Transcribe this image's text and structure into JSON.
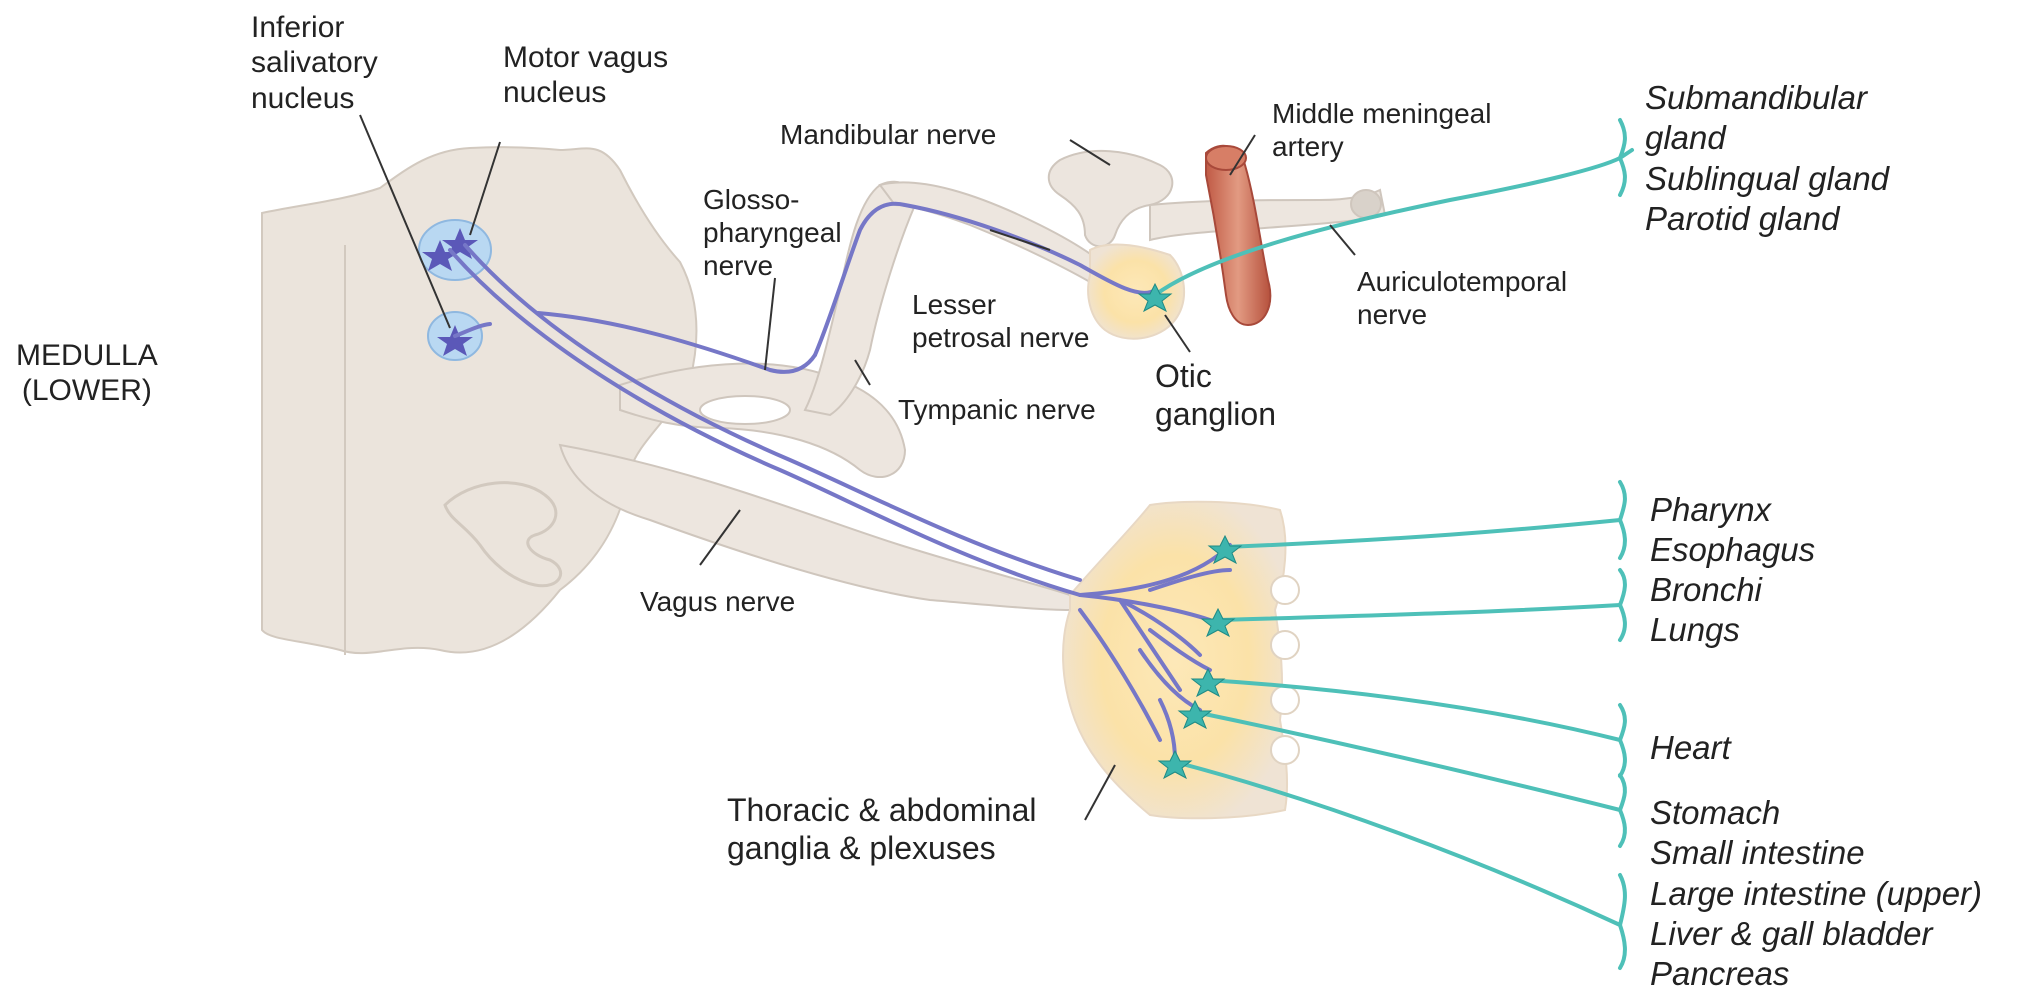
{
  "labels": {
    "medulla": [
      "MEDULLA",
      "(LOWER)"
    ],
    "inferior_salivatory": [
      "Inferior",
      "salivatory",
      "nucleus"
    ],
    "motor_vagus": [
      "Motor vagus",
      "nucleus"
    ],
    "glossopharyngeal": [
      "Glosso-",
      "pharyngeal",
      "nerve"
    ],
    "mandibular": "Mandibular nerve",
    "middle_meningeal": [
      "Middle meningeal",
      "artery"
    ],
    "lesser_petrosal": [
      "Lesser",
      "petrosal nerve"
    ],
    "tympanic": "Tympanic nerve",
    "otic_ganglion": [
      "Otic",
      "ganglion"
    ],
    "auriculotemporal": [
      "Auriculotemporal",
      "nerve"
    ],
    "vagus": "Vagus nerve",
    "thoracic": [
      "Thoracic & abdominal",
      "ganglia & plexuses"
    ]
  },
  "targets": {
    "salivary": [
      "Submandibular",
      "gland",
      "Sublingual gland",
      "Parotid gland"
    ],
    "pharynx_group": [
      "Pharynx",
      "Esophagus"
    ],
    "lung_group": [
      "Bronchi",
      "Lungs"
    ],
    "heart_group": [
      "Heart"
    ],
    "gut_group": [
      "Stomach",
      "Small intestine",
      "Large intestine (upper)",
      "Liver &  gall bladder",
      "Pancreas"
    ]
  },
  "colors": {
    "brainstem": "#ebe4dc",
    "nerve_fill": "#ede6df",
    "outline": "#cfc6bd",
    "nucleus_fill": "#b9d8f2",
    "preganglionic": "#7677c7",
    "postganglionic": "#4ec0b8",
    "ganglion_glow": "#fbe2a8",
    "artery": "#d77e66"
  }
}
